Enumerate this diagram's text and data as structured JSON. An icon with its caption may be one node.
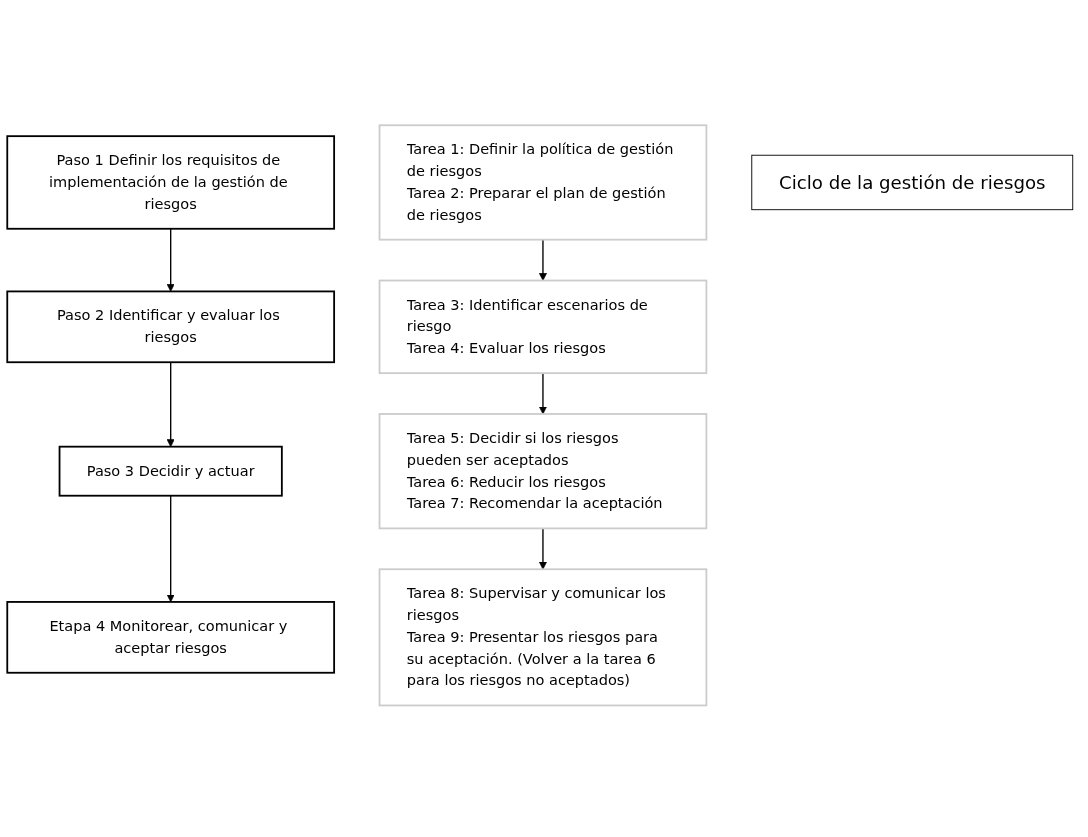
{
  "diagram": {
    "nodes": [
      {
        "text": [
          "Paso 1 Definir los requisitos de implementación de la gestión de riesgos"
        ]
      },
      {
        "text": [
          "Tarea 1: Definir la política de gestión de riesgos",
          "Tarea 2: Preparar el plan de gestión de riesgos"
        ]
      },
      {
        "text": [
          "Paso 2 Identificar y evaluar los riesgos"
        ]
      },
      {
        "text": [
          "Tarea 3: Identificar escenarios de riesgo",
          "Tarea 4: Evaluar los riesgos"
        ]
      },
      {
        "text": [
          "Paso 3 Decidir y actuar"
        ]
      },
      {
        "text": [
          "Tarea 5: Decidir si los riesgos pueden ser aceptados",
          "Tarea 6: Reducir los riesgos",
          "Tarea 7: Recomendar la aceptación"
        ]
      },
      {
        "text": [
          "Etapa 4 Monitorear, comunicar y aceptar riesgos"
        ]
      },
      {
        "text": [
          "Tarea 8: Supervisar y comunicar los riesgos",
          "Tarea 9: Presentar los riesgos para su aceptación. (Volver a la tarea 6 para los riesgos no aceptados)"
        ]
      },
      {
        "text": [
          "Ciclo de la gestión de riesgos"
        ]
      }
    ],
    "edges": [
      {
        "from": 0,
        "to": 2,
        "arrow": "to"
      },
      {
        "from": 1,
        "to": 3,
        "arrow": "to"
      },
      {
        "from": 2,
        "to": 4,
        "arrow": "to"
      },
      {
        "from": 3,
        "to": 5,
        "arrow": "to"
      },
      {
        "from": 4,
        "to": 6,
        "arrow": "to"
      },
      {
        "from": 5,
        "to": 7,
        "arrow": "to"
      }
    ]
  }
}
